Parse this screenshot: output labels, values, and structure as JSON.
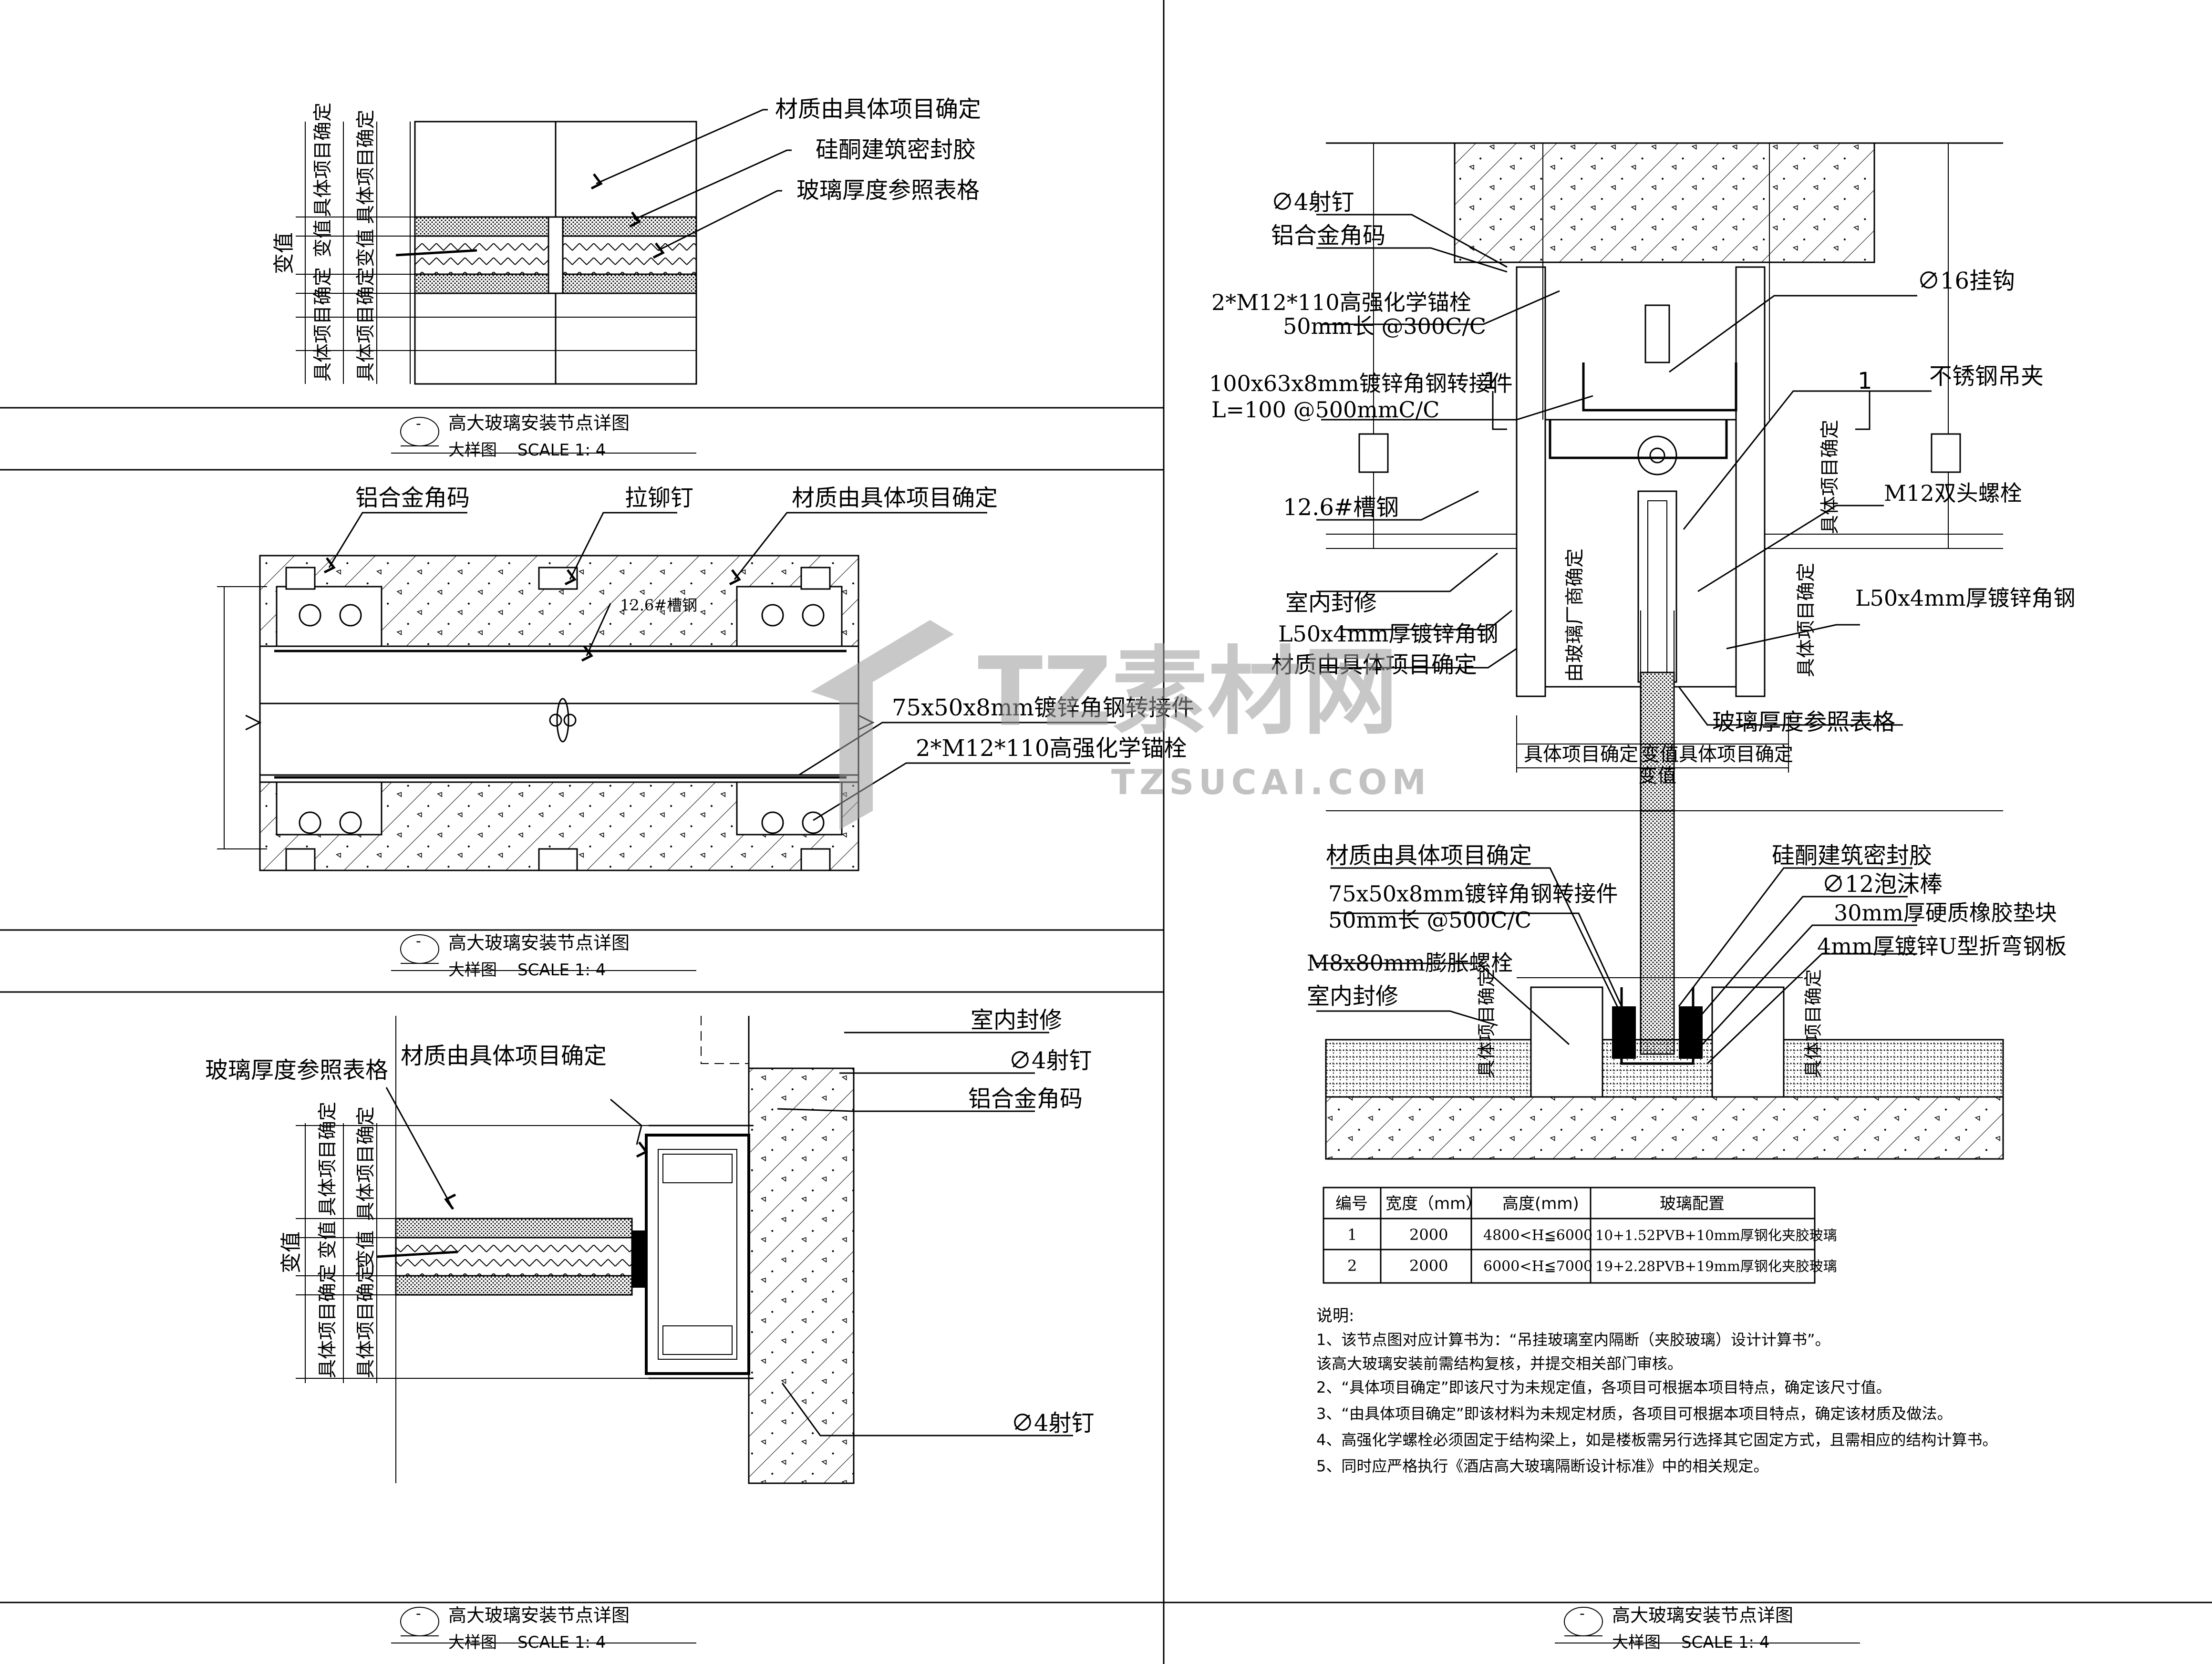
{
  "panel_titles": {
    "title": "高大玻璃安装节点详图",
    "subtitle": "大样图",
    "scale": "SCALE  1: 4",
    "marker": "-"
  },
  "labels_top_left": [
    "材质由具体项目确定",
    "硅酮建筑密封胶",
    "玻璃厚度参照表格"
  ],
  "dims_top_left": {
    "left": "变值",
    "a": "具体项目确定",
    "b": "变值",
    "c": "具体项目确定",
    "d": "具体项目确定",
    "e": "变值",
    "f": "具体项目确定"
  },
  "labels_mid_left": [
    "铝合金角码",
    "拉铆钉",
    "材质由具体项目确定",
    "12.6#槽钢",
    "75x50x8mm镀锌角钢转接件",
    "2*M12*110高强化学锚栓"
  ],
  "labels_bot_left": [
    "室内封修",
    "∅4射钉",
    "铝合金角码",
    "玻璃厚度参照表格",
    "材质由具体项目确定",
    "∅4射钉"
  ],
  "dims_bot_left": {
    "left": "变值",
    "a": "具体项目确定",
    "b": "变值",
    "c": "具体项目确定",
    "d": "具体项目确定",
    "e": "变值",
    "f": "具体项目确定"
  },
  "labels_top_right": [
    "∅4射钉",
    "铝合金角码",
    "2*M12*110高强化学锚栓",
    "50mm长 @300C/C",
    "100x63x8mm镀锌角钢转接件",
    "L=100  @500mmC/C",
    "12.6#槽钢",
    "室内封修",
    "L50x4mm厚镀锌角钢",
    "材质由具体项目确定",
    "∅16挂钩",
    "不锈钢吊夹",
    "M12双头螺栓",
    "L50x4mm厚镀锌角钢",
    "玻璃厚度参照表格",
    "由玻璃厂商确定",
    "具体项目确定",
    "具体项目确定",
    "1"
  ],
  "dims_top_right": {
    "a": "具体项目确定",
    "b": "变值",
    "c": "具体项目确定",
    "total": "变值"
  },
  "labels_bot_right": [
    "材质由具体项目确定",
    "75x50x8mm镀锌角钢转接件",
    "50mm长 @500C/C",
    "M8x80mm膨胀螺栓",
    "室内封修",
    "硅酮建筑密封胶",
    "∅12泡沫棒",
    "30mm厚硬质橡胶垫块",
    "4mm厚镀锌U型折弯钢板",
    "具体项目确定",
    "具体项目确定"
  ],
  "glass_table": {
    "headers": [
      "编号",
      "宽度（mm）",
      "高度(mm)",
      "玻璃配置"
    ],
    "rows": [
      [
        "1",
        "2000",
        "4800<H≦6000",
        "10+1.52PVB+10mm厚钢化夹胶玻璃"
      ],
      [
        "2",
        "2000",
        "6000<H≦7000",
        "19+2.28PVB+19mm厚钢化夹胶玻璃"
      ]
    ]
  },
  "notes": {
    "heading": "说明:",
    "lines": [
      "1、该节点图对应计算书为：“吊挂玻璃室内隔断（夹胶玻璃）设计计算书”。",
      "该高大玻璃安装前需结构复核，并提交相关部门审核。",
      "2、“具体项目确定”即该尺寸为未规定值，各项目可根据本项目特点，确定该尺寸值。",
      "3、“由具体项目确定”即该材料为未规定材质，各项目可根据本项目特点，确定该材质及做法。",
      "4、高强化学螺栓必须固定于结构梁上，如是楼板需另行选择其它固定方式，且需相应的结构计算书。",
      "5、同时应严格执行《酒店高大玻璃隔断设计标准》中的相关规定。"
    ]
  },
  "watermark": {
    "main": "TZ素材网",
    "sub": "TZSUCAI.COM"
  }
}
